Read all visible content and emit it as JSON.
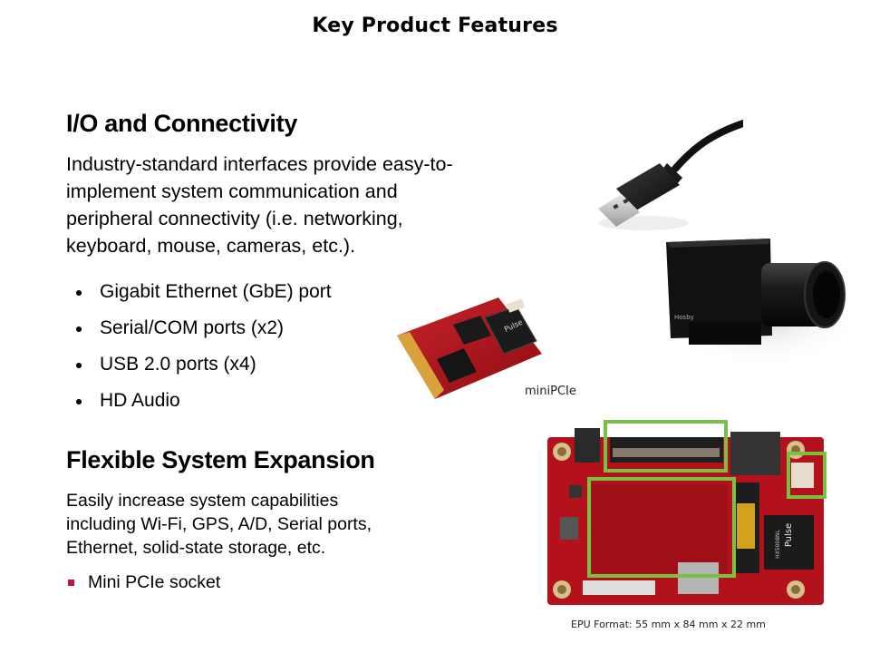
{
  "slide": {
    "title": "Key Product Features"
  },
  "io_section": {
    "heading": "I/O and Connectivity",
    "description_lines": [
      "Industry-standard interfaces provide easy-to-",
      "implement system communication and",
      "peripheral connectivity (i.e. networking,",
      "keyboard, mouse, cameras, etc.)."
    ],
    "bullets": [
      "Gigabit Ethernet (GbE) port",
      "Serial/COM ports (x2)",
      "USB 2.0 ports (x4)",
      "HD Audio"
    ]
  },
  "expansion_section": {
    "heading": "Flexible System Expansion",
    "description_lines": [
      "Easily increase system capabilities",
      "including Wi-Fi, GPS, A/D, Serial ports,",
      "Ethernet, solid-state storage, etc."
    ],
    "bullets": [
      "Mini PCIe socket"
    ],
    "bullet_color": "#c0143c"
  },
  "images": {
    "usb_cable": {
      "icon": "usb-cable-image"
    },
    "camera": {
      "icon": "camera-image",
      "brand_text": "Hosby"
    },
    "minipcie_card": {
      "icon": "minipcie-card-image",
      "caption": "miniPCIe",
      "chip_text": "Pulse"
    },
    "epu_board": {
      "icon": "epu-board-image",
      "caption": "EPU Format: 55 mm x 84  mm x 22 mm",
      "chip_text": "Pulse",
      "chip_model": "HX5008NL",
      "highlight_color": "#7ac143"
    }
  },
  "colors": {
    "pcb_red": "#b3121c",
    "highlight_green": "#7ac143",
    "text": "#000000"
  }
}
